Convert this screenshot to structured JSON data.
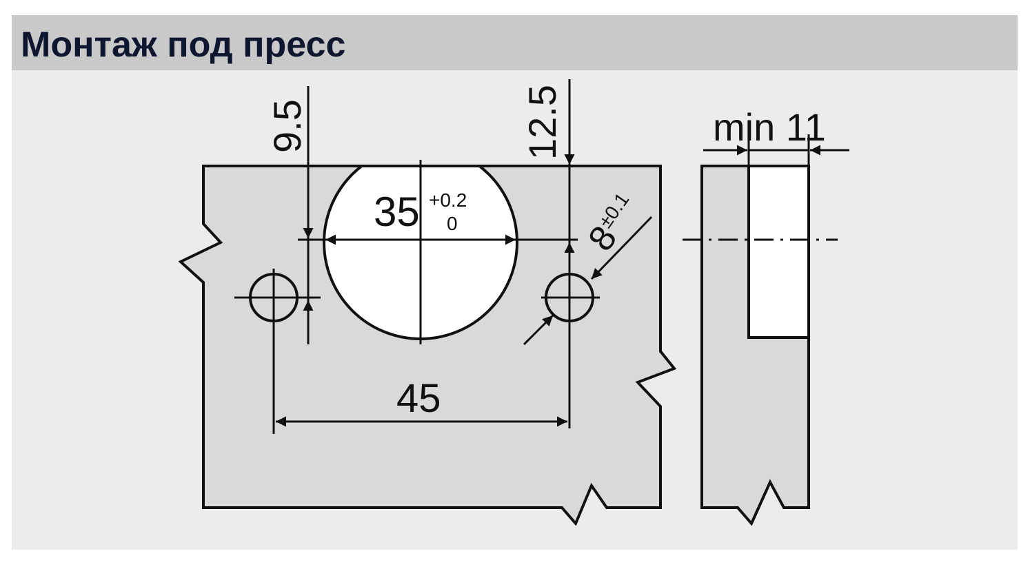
{
  "header": {
    "title": "Монтаж под пресс"
  },
  "dimensions": {
    "edge_left": "9.5",
    "edge_right": "12.5",
    "cup_diameter": "35",
    "cup_tol_upper": "+0.2",
    "cup_tol_lower": "0",
    "dowel_diameter": "8",
    "dowel_tol": "±0.1",
    "dowel_spacing": "45",
    "min_depth": "min 11"
  },
  "colors": {
    "header_bg": "#c9c9c9",
    "panel_bg": "#ececec",
    "material_fill": "#d9d9d9",
    "title_text": "#0f1730"
  }
}
